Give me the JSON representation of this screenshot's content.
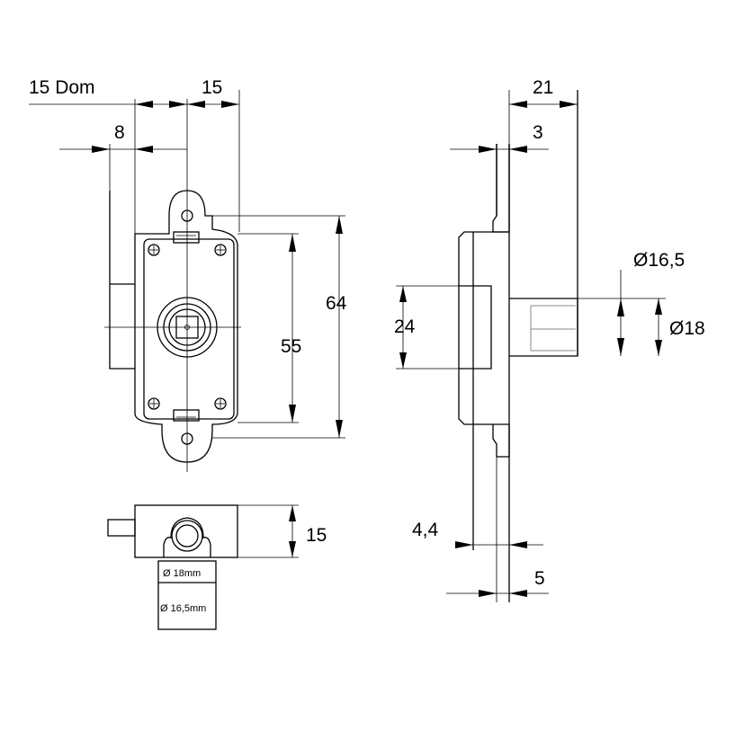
{
  "drawing": {
    "labels": {
      "dom": "15 Dom",
      "top_width": "15",
      "offset_8": "8",
      "height_64": "64",
      "height_55": "55",
      "width_21": "21",
      "width_3": "3",
      "dia_16_5": "Ø16,5",
      "dia_18": "Ø18",
      "height_24": "24",
      "bottom_15": "15",
      "thick_4_4": "4,4",
      "thick_5": "5",
      "cyl_18mm": "Ø 18mm",
      "cyl_16_5mm": "Ø 16,5mm"
    }
  }
}
